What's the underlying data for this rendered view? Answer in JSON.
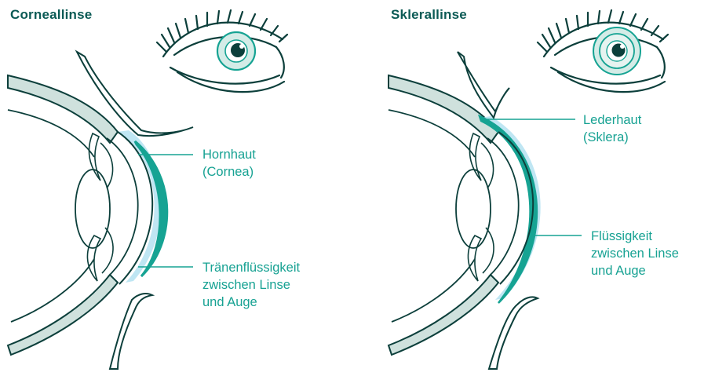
{
  "diagrams": [
    {
      "title": "Corneallinse",
      "labels": [
        {
          "line1": "Hornhaut",
          "line2": "(Cornea)",
          "line3": ""
        },
        {
          "line1": "Tränenflüssigkeit",
          "line2": "zwischen Linse",
          "line3": "und Auge"
        }
      ]
    },
    {
      "title": "Sklerallinse",
      "labels": [
        {
          "line1": "Lederhaut",
          "line2": "(Sklera)",
          "line3": ""
        },
        {
          "line1": "Flüssigkeit",
          "line2": "zwischen Linse",
          "line3": "und Auge"
        }
      ]
    }
  ],
  "colors": {
    "outline": "#0c3f3b",
    "accent_teal": "#16a393",
    "sclera_fill": "#cfe1dd",
    "fluid_fill": "#bfe6f3",
    "title": "#0b5a55",
    "iris_fill": "#d4ece7"
  }
}
